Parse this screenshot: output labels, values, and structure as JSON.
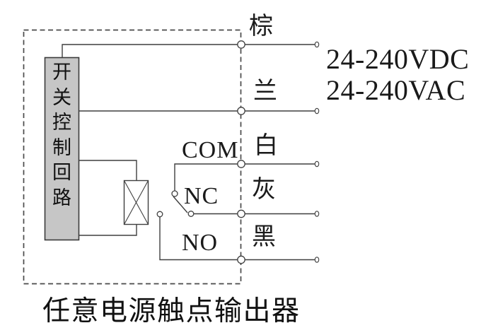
{
  "diagram": {
    "control_box": {
      "label": "开关控制回路"
    },
    "caption": "任意电源触点输出器",
    "power_ratings": {
      "dc": "24-240VDC",
      "ac": "24-240VAC"
    },
    "contacts": {
      "com": "COM",
      "nc": "NC",
      "no": "NO"
    },
    "wire_labels": {
      "brown": "棕",
      "blue": "兰",
      "white": "白",
      "gray": "灰",
      "black": "黑"
    },
    "colors": {
      "background": "#ffffff",
      "line": "#3f3f3f",
      "dashed_border": "#4a4a4a",
      "control_box_fill": "#c6c6c6",
      "text": "#1a1a1a"
    }
  }
}
